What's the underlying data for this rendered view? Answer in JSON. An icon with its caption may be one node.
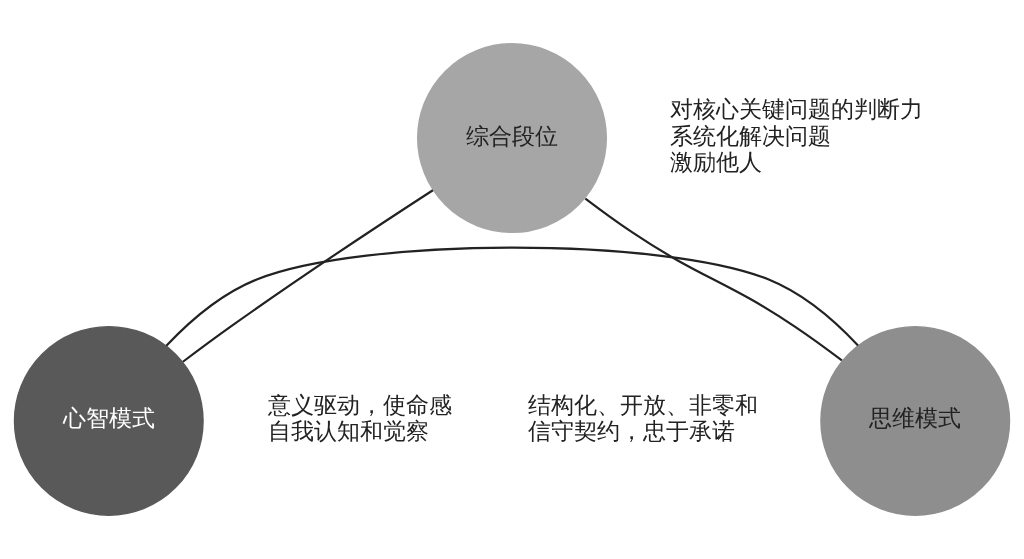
{
  "diagram": {
    "nodes": [
      {
        "text": [
          "综合段位"
        ],
        "beside": [
          "对核心关键问题的判断力",
          "系统化解决问题",
          "激励他人"
        ]
      },
      {
        "text": [
          "思维模式"
        ],
        "beside": [
          "结构化、开放、非零和",
          "信守契约，忠于承诺"
        ]
      },
      {
        "text": [
          "心智模式"
        ],
        "beside": [
          "意义驱动，使命感",
          "自我认知和觉察"
        ]
      }
    ],
    "edges": [
      {
        "from": 0,
        "to": 1,
        "arrow": "none"
      },
      {
        "from": 0,
        "to": 2,
        "arrow": "none"
      },
      {
        "from": 1,
        "to": 2,
        "arrow": "none"
      }
    ]
  }
}
